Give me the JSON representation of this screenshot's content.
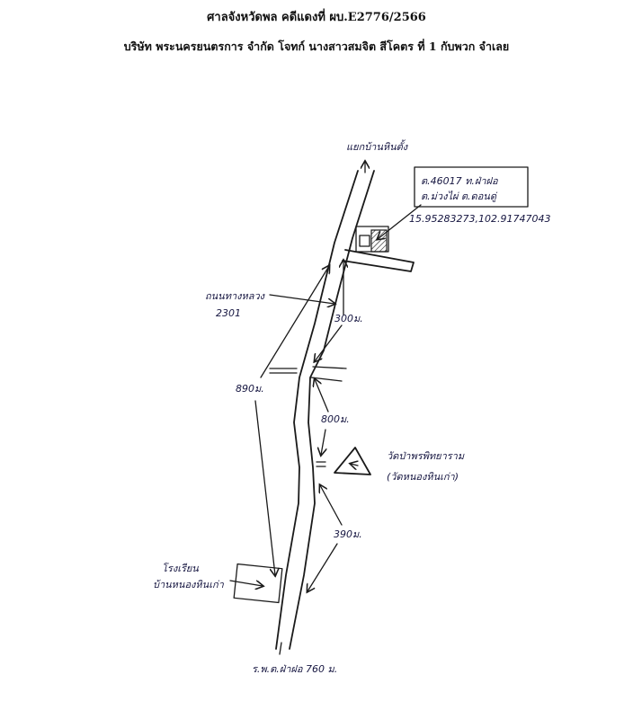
{
  "header": {
    "court": "ศาลจังหวัดพล คดีแดงที่ ผบ.E2776/2566",
    "parties": "บริษัท พระนครยนตรการ จำกัด โจทก์ นางสาวสมจิต สีโคตร ที่ 1 กับพวก จำเลย"
  },
  "map": {
    "top_label": "แยกบ้านหินตั้ง",
    "plot_box_line1": "ต.46017 ท.ฝ่าฝอ",
    "plot_box_line2": "ต.ม่วงไผ่ ต.ดอนดู่",
    "coordinates": "15.95283273,102.91747043",
    "road_label_line1": "ถนนทางหลวง",
    "road_label_line2": "2301",
    "dist_1": "300ม.",
    "dist_2": "890ม.",
    "dist_3": "800ม.",
    "temple_line1": "วัดป่าพรพิทยาราม",
    "temple_line2": "(วัดหนองหินเก่า)",
    "dist_4": "390ม.",
    "school_line1": "โรงเรียน",
    "school_line2": "บ้านหนองหินเก่า",
    "bottom_label": "ร.พ.ต.ฝ่าฝอ 760 ม."
  }
}
